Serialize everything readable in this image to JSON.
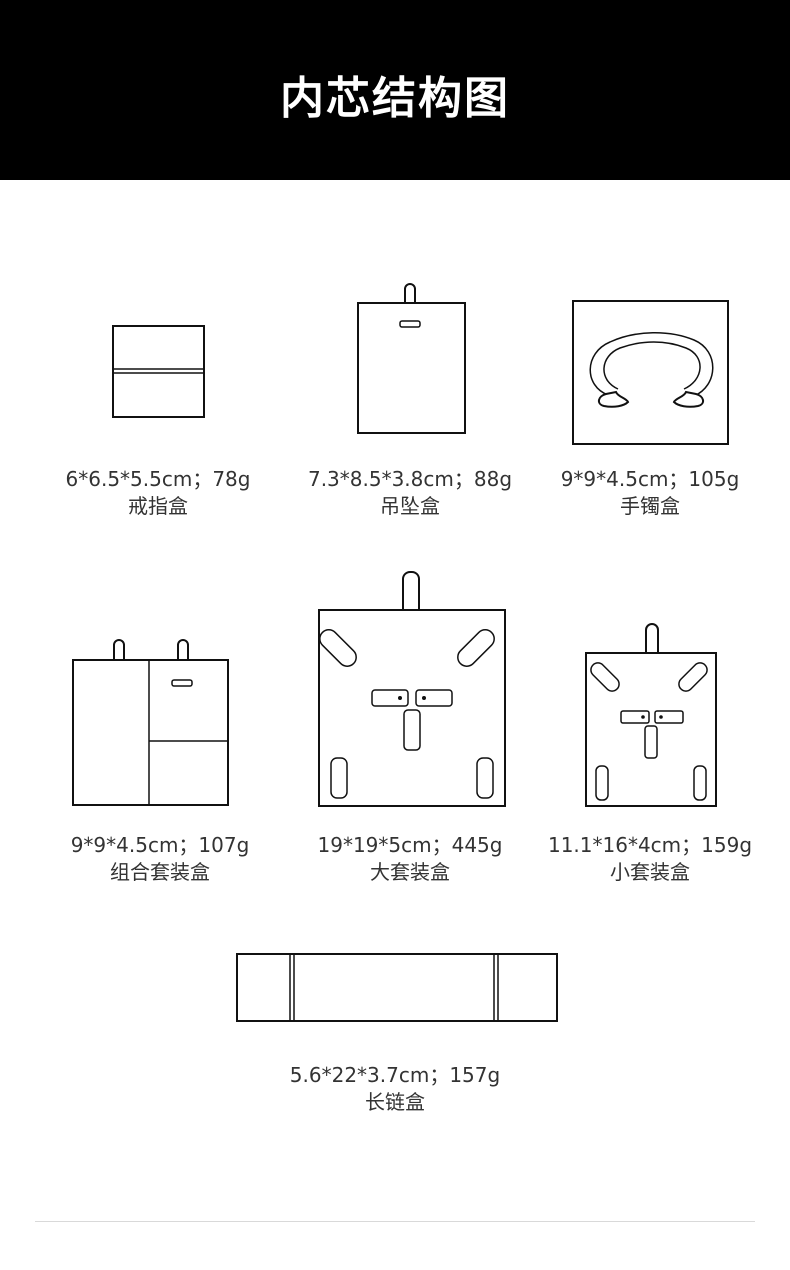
{
  "header": {
    "title": "内芯结构图"
  },
  "items": [
    {
      "spec": "6*6.5*5.5cm；78g",
      "name": "戒指盒"
    },
    {
      "spec": "7.3*8.5*3.8cm；88g",
      "name": "吊坠盒"
    },
    {
      "spec": "9*9*4.5cm；105g",
      "name": "手镯盒"
    },
    {
      "spec": "9*9*4.5cm；107g",
      "name": "组合套装盒"
    },
    {
      "spec": "19*19*5cm；445g",
      "name": "大套装盒"
    },
    {
      "spec": "11.1*16*4cm；159g",
      "name": "小套装盒"
    },
    {
      "spec": "5.6*22*3.7cm；157g",
      "name": "长链盒"
    }
  ]
}
